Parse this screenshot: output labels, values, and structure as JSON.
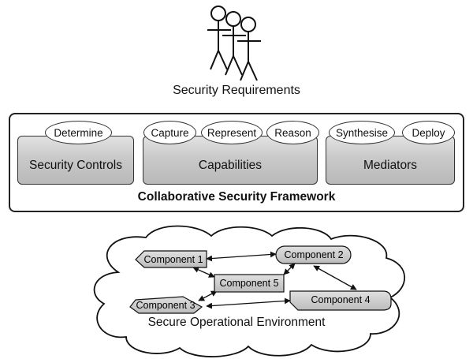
{
  "actors": {
    "label": "Security Requirements"
  },
  "framework": {
    "title": "Collaborative Security Framework",
    "modules": [
      {
        "label": "Security Controls",
        "functions": [
          "Determine"
        ]
      },
      {
        "label": "Capabilities",
        "functions": [
          "Capture",
          "Represent",
          "Reason"
        ]
      },
      {
        "label": "Mediators",
        "functions": [
          "Synthesise",
          "Deploy"
        ]
      }
    ]
  },
  "environment": {
    "label": "Secure Operational Environment",
    "components": [
      "Component 1",
      "Component 2",
      "Component 5",
      "Component 3",
      "Component 4"
    ]
  }
}
